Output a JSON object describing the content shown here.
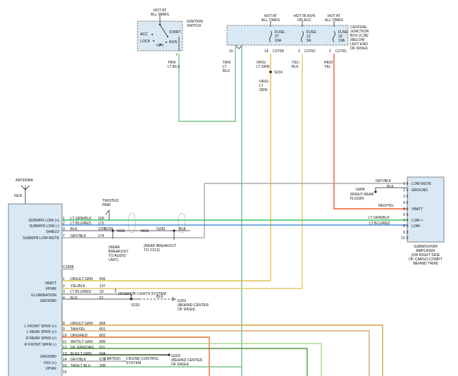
{
  "colors": {
    "tan_lt_blu": "#7cbf88",
    "org_lt_grn": "#e0c050",
    "yel_blk": "#e2cc6a",
    "red_yel": "#ee5b2d",
    "gry_blk": "#9a9a9a",
    "lt_grn_blk": "#3bbf5a",
    "lt_blu_red": "#4d8fd6",
    "org_lt_grn_b": "#d7a43a",
    "tan_yel": "#d6a76a",
    "wht_lt_grn": "#a9d88f",
    "dk_grn_org": "#4f9a3d",
    "blk_lt_grn": "#2f7a1f"
  },
  "ignition": {
    "hot": "HOT AT\nALL TIMES",
    "title": "IGNITION\nSWITCH",
    "acc": "ACC",
    "lock": "LOCK",
    "start": "START",
    "off": "OFF",
    "run": "RUN",
    "pin": "7",
    "wire": "TAN/\nLT BLU"
  },
  "cjb": {
    "hot1": "HOT AT\nALL TIMES",
    "hot2": "HOT IN RUN\nOR ACC",
    "hot3": "HOT AT\nALL TIMES",
    "title": "CENTRAL\nJUNCTION\nBOX (CJB)\n(BELOW\nLEFT END\nOF DASH)",
    "fuse1": "FUSE\n27\n10A",
    "fuse2": "FUSE\n12\n5A",
    "fuse3": "FUSE\n19\n10A",
    "pin15": "15",
    "pin14": "14",
    "conn1": "C270D",
    "pin2a": "2",
    "conn2": "C270C",
    "pin2b": "2",
    "conn3": "C270C",
    "wire15": "TAN/\nLT\nBLU",
    "wire14": "ORG/\nLT GRN",
    "wire2a": "YEL/\nBLK",
    "wire2b": "RED/\nYEL",
    "splice": "S216",
    "wire14b": "ORG/\nLT\nGRN"
  },
  "antenna": {
    "label": "ANTENNA",
    "nca": "NCA"
  },
  "radio": {
    "pins1": [
      "SUBWFR LOW (+)",
      "SUBWFR LOW (-)",
      "SHIELD",
      "SUBWFR LOW MUTE"
    ],
    "conn1": "C240B",
    "pins2": [
      "VBATT",
      "VPWR",
      "ILLUMINATION",
      "GROUND"
    ],
    "pins3": [
      "L FRONT SPKR (+)",
      "L REAR SPKR (+)",
      "R REAR SPKR (+)",
      "R FRONT SPKR (-)",
      "GROUND",
      "VSS (+)",
      "VPWR"
    ]
  },
  "wires1": [
    {
      "pin": "1",
      "color": "LT GRN/BLK",
      "ckt": "169"
    },
    {
      "pin": "2",
      "color": "LT BLU/RED",
      "ckt": "172"
    },
    {
      "pin": "3",
      "color": "BLK",
      "ckt": "1205"
    },
    {
      "pin": "7",
      "color": "GRY/BLK",
      "ckt": "174"
    }
  ],
  "wires2": [
    {
      "pin": "1",
      "color": "ORG/LT GRN",
      "ckt": "956"
    },
    {
      "pin": "2",
      "color": "YEL/BLK",
      "ckt": "137"
    },
    {
      "pin": "3",
      "color": "LT BLU/RED",
      "ckt": "19"
    },
    {
      "pin": "4",
      "color": "BLK",
      "ckt": "57"
    }
  ],
  "wires3": [
    {
      "pin": "8",
      "color": "ORG/LT GRN",
      "ckt": "804"
    },
    {
      "pin": "9",
      "color": "TAN/YEL",
      "ckt": "801"
    },
    {
      "pin": "10",
      "color": "ORG/RED",
      "ckt": "802"
    },
    {
      "pin": "11",
      "color": "WHT/LT GRN",
      "ckt": "805"
    },
    {
      "pin": "12",
      "color": "DK GRN/ORG",
      "ckt": "811"
    },
    {
      "pin": "13",
      "color": "BLK/LT GRN",
      "ckt": "694"
    },
    {
      "pin": "14",
      "color": "GRY/BLK",
      "ckt": "679"
    },
    {
      "pin": "15",
      "color": "TAN/LT BLU",
      "ckt": "308"
    },
    {
      "pin": "16",
      "color": "",
      "ckt": ""
    }
  ],
  "notes": {
    "twisted": "TWISTED\nPAIR",
    "nca1": "NCA",
    "nca2": "NCA",
    "s234": "S234",
    "s230": "S230",
    "blk": "BLK",
    "s234note": "(NEAR\nBREAKOUT\nTO AUDIO\nUNIT)",
    "s230note": "(NEAR BREAKOUT\nTO C213)",
    "interior": "INTERIOR LIGHTS SYSTEM",
    "blk2": "BLK",
    "g201": "G201\n(BEHIND CENTER\nOF DASH)",
    "s233": "S233",
    "limited": "(LIMITED)",
    "cruise": "CRUISE CONTROL\nSYSTEM",
    "g203": "G203\n(BEHIND CENTER\nOF DASH)"
  },
  "amp": {
    "pins": [
      {
        "n": "1",
        "label": "LOW MUTE"
      },
      {
        "n": "2",
        "label": "GROUND"
      },
      {
        "n": "3",
        "label": ""
      },
      {
        "n": "4",
        "label": ""
      },
      {
        "n": "5",
        "label": "VBATT"
      },
      {
        "n": "6",
        "label": ""
      },
      {
        "n": "7",
        "label": "LOW +"
      },
      {
        "n": "8",
        "label": "LOW -"
      },
      {
        "n": "9",
        "label": ""
      },
      {
        "n": "10",
        "label": ""
      }
    ],
    "title": "SUBWOOFER\nAMPLIFIER\n(ON RIGHT SIDE\nOF CARGO COMPT\nBEHIND TRIM)",
    "wire1": "GRY/BLK",
    "wire2": "BLK",
    "wire5": "RED/YEL",
    "wire7": "LT GRN/BLK",
    "wire8": "LT BLU/RED",
    "g404": "G404",
    "g404note": "(RIGHT REAR\nFLOOR)"
  }
}
